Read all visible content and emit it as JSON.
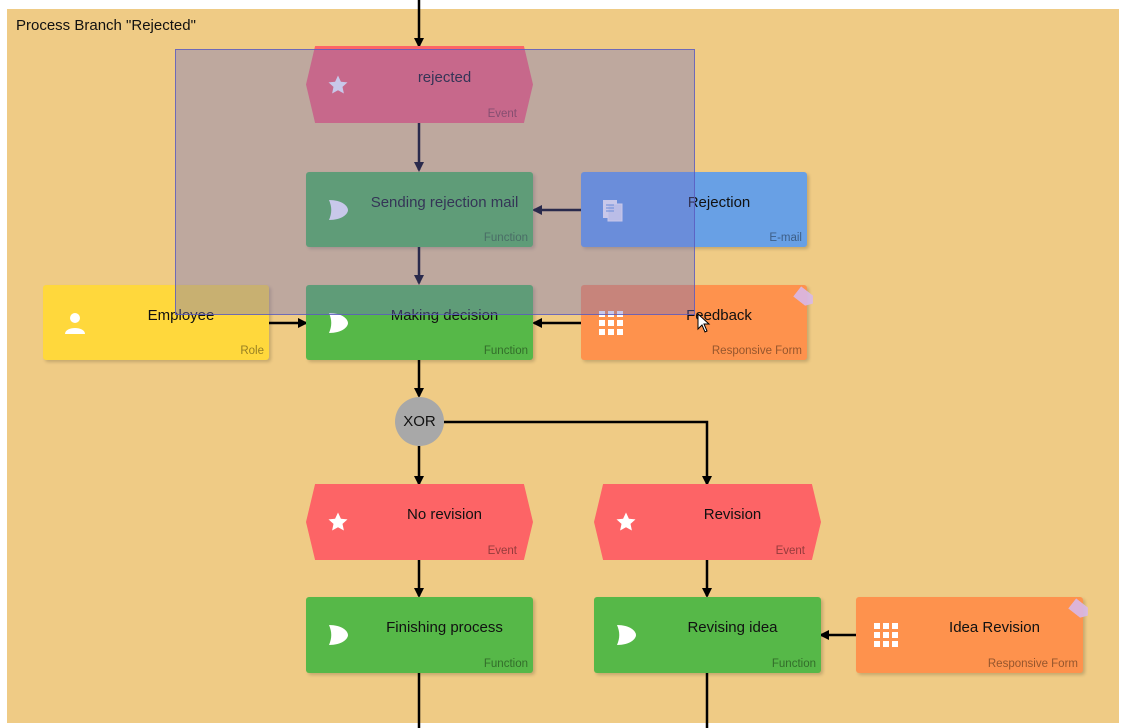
{
  "lane": {
    "title": "Process Branch \"Rejected\""
  },
  "nodes": {
    "rejected": {
      "label": "rejected",
      "type": "Event"
    },
    "sending_rejection_mail": {
      "label": "Sending rejection mail",
      "type": "Function"
    },
    "rejection_email": {
      "label": "Rejection",
      "type": "E-mail"
    },
    "employee": {
      "label": "Employee",
      "type": "Role"
    },
    "making_decision": {
      "label": "Making decision",
      "type": "Function"
    },
    "feedback": {
      "label": "Feedback",
      "type": "Responsive Form"
    },
    "xor": {
      "label": "XOR"
    },
    "no_revision": {
      "label": "No revision",
      "type": "Event"
    },
    "revision": {
      "label": "Revision",
      "type": "Event"
    },
    "finishing_process": {
      "label": "Finishing process",
      "type": "Function"
    },
    "revising_idea": {
      "label": "Revising idea",
      "type": "Function"
    },
    "idea_revision": {
      "label": "Idea Revision",
      "type": "Responsive Form"
    }
  },
  "colors": {
    "lane": "#efcb85",
    "function": "#56b848",
    "event": "#fd6466",
    "role": "#ffd83c",
    "form": "#fe924d",
    "email": "#68a0e5",
    "gateway": "#a8a8a8",
    "selection": "#6e6ec8"
  },
  "icons": {
    "event": "star-icon",
    "function": "function-play-icon",
    "role": "person-icon",
    "form": "grid-form-icon",
    "email": "document-icon",
    "tag": "tag-icon"
  }
}
